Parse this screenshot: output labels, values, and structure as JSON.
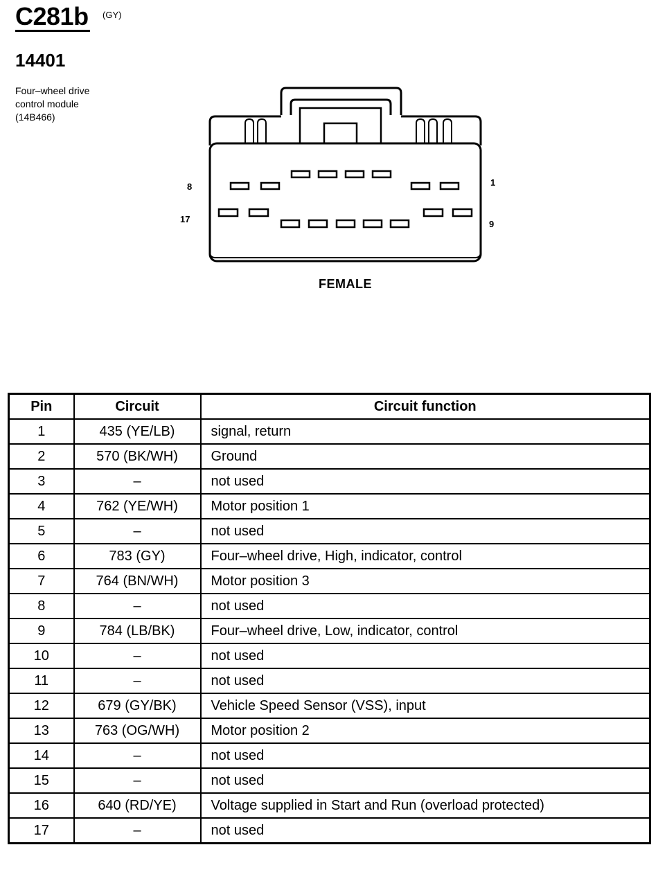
{
  "header": {
    "connector_id": "C281b",
    "connector_color": "(GY)",
    "part_number": "14401",
    "description_lines": [
      "Four–wheel drive",
      "control module",
      "(14B466)"
    ]
  },
  "diagram": {
    "pin_labels": {
      "top_left": "8",
      "top_right": "1",
      "bottom_left": "17",
      "bottom_right": "9"
    },
    "gender": "FEMALE"
  },
  "table": {
    "headers": [
      "Pin",
      "Circuit",
      "Circuit function"
    ],
    "rows": [
      {
        "pin": "1",
        "circuit": "435 (YE/LB)",
        "function": "signal, return"
      },
      {
        "pin": "2",
        "circuit": "570 (BK/WH)",
        "function": "Ground"
      },
      {
        "pin": "3",
        "circuit": "–",
        "function": "not used"
      },
      {
        "pin": "4",
        "circuit": "762 (YE/WH)",
        "function": "Motor position 1"
      },
      {
        "pin": "5",
        "circuit": "–",
        "function": "not used"
      },
      {
        "pin": "6",
        "circuit": "783 (GY)",
        "function": "Four–wheel drive, High, indicator, control"
      },
      {
        "pin": "7",
        "circuit": "764 (BN/WH)",
        "function": "Motor position 3"
      },
      {
        "pin": "8",
        "circuit": "–",
        "function": "not used"
      },
      {
        "pin": "9",
        "circuit": "784 (LB/BK)",
        "function": "Four–wheel drive, Low, indicator, control"
      },
      {
        "pin": "10",
        "circuit": "–",
        "function": "not used"
      },
      {
        "pin": "11",
        "circuit": "–",
        "function": "not used"
      },
      {
        "pin": "12",
        "circuit": "679 (GY/BK)",
        "function": "Vehicle Speed Sensor (VSS), input"
      },
      {
        "pin": "13",
        "circuit": "763 (OG/WH)",
        "function": "Motor position 2"
      },
      {
        "pin": "14",
        "circuit": "–",
        "function": "not used"
      },
      {
        "pin": "15",
        "circuit": "–",
        "function": "not used"
      },
      {
        "pin": "16",
        "circuit": "640 (RD/YE)",
        "function": "Voltage supplied in Start and Run (overload protected)"
      },
      {
        "pin": "17",
        "circuit": "–",
        "function": "not used"
      }
    ]
  }
}
